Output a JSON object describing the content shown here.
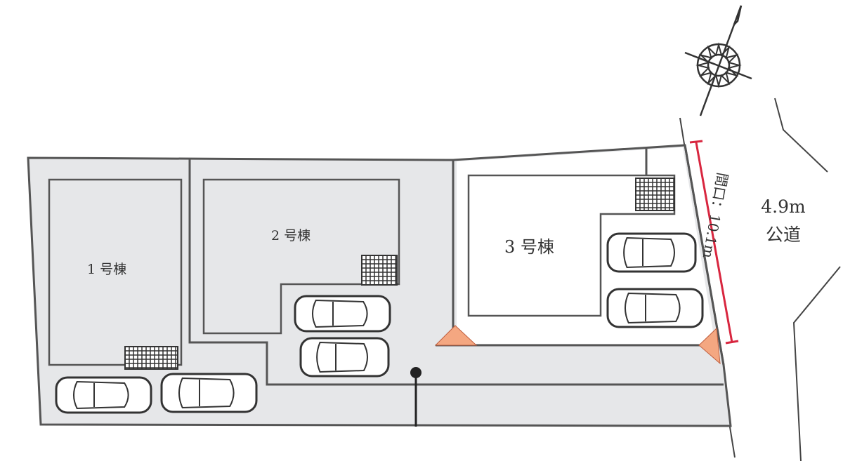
{
  "buildings": [
    {
      "label": "1 号棟"
    },
    {
      "label": "2 号棟"
    },
    {
      "label": "3 号棟"
    }
  ],
  "road": {
    "width": "4.9m",
    "type": "公道"
  },
  "frontage": {
    "label": "間口：10.1m"
  },
  "colors": {
    "lot": "#e6e7e9",
    "line": "#555555",
    "dimension": "#d8263f",
    "corner_cut": "#f4a781"
  },
  "icons": [
    "compass-north-icon",
    "car-icon",
    "meter-box-icon"
  ]
}
